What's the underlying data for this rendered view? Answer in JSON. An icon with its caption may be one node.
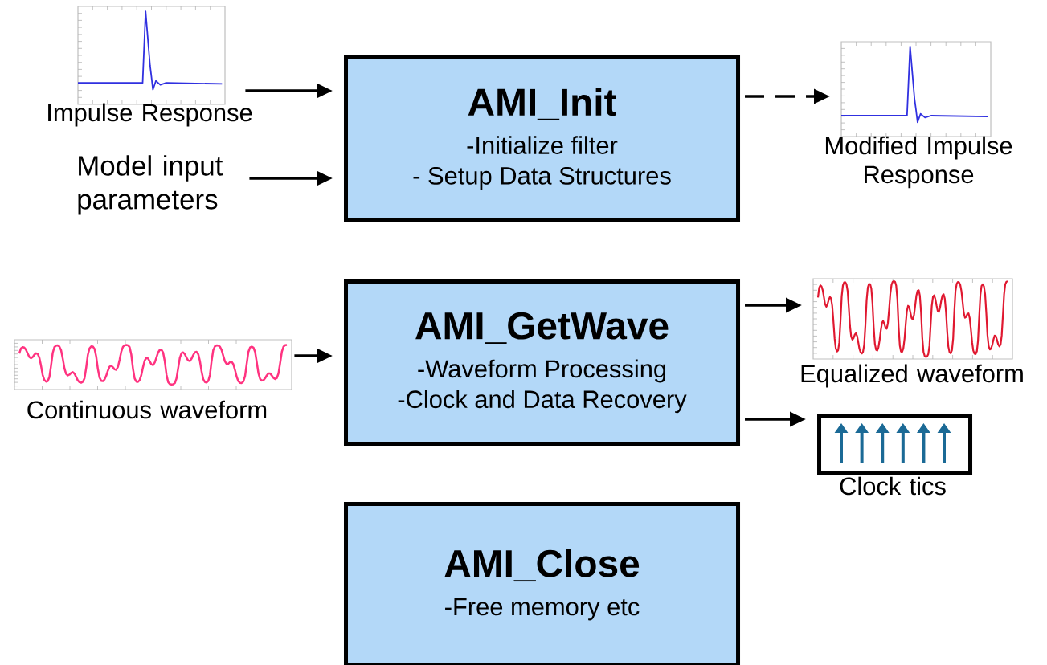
{
  "diagram": {
    "nodes": [
      {
        "text": [],
        "shape": "picture",
        "beside": [
          "Impulse Response"
        ]
      },
      {
        "text": [
          "Model input parameters"
        ]
      },
      {
        "text": [
          "AMI_Init",
          "-Initialize filter",
          "- Setup Data Structures"
        ]
      },
      {
        "text": [],
        "shape": "picture",
        "beside": [
          "Modified Impulse Response"
        ]
      },
      {
        "text": [],
        "shape": "picture",
        "beside": [
          "Continuous waveform"
        ]
      },
      {
        "text": [
          "AMI_GetWave",
          "-Waveform Processing",
          "-Clock and Data Recovery"
        ]
      },
      {
        "text": [],
        "shape": "picture",
        "beside": [
          "Equalized waveform"
        ]
      },
      {
        "text": [],
        "shape": "box",
        "beside": [
          "Clock tics"
        ]
      },
      {
        "text": [
          "AMI_Close",
          "-Free memory etc"
        ]
      }
    ],
    "edges": [
      {
        "from": 0,
        "to": 2,
        "arrow": "to"
      },
      {
        "from": 1,
        "to": 2,
        "arrow": "to"
      },
      {
        "from": 2,
        "to": 3,
        "arrow": "to",
        "style": "dashed"
      },
      {
        "from": 4,
        "to": 5,
        "arrow": "to"
      },
      {
        "from": 5,
        "to": 6,
        "arrow": "to"
      },
      {
        "from": 5,
        "to": 7,
        "arrow": "to"
      }
    ]
  }
}
